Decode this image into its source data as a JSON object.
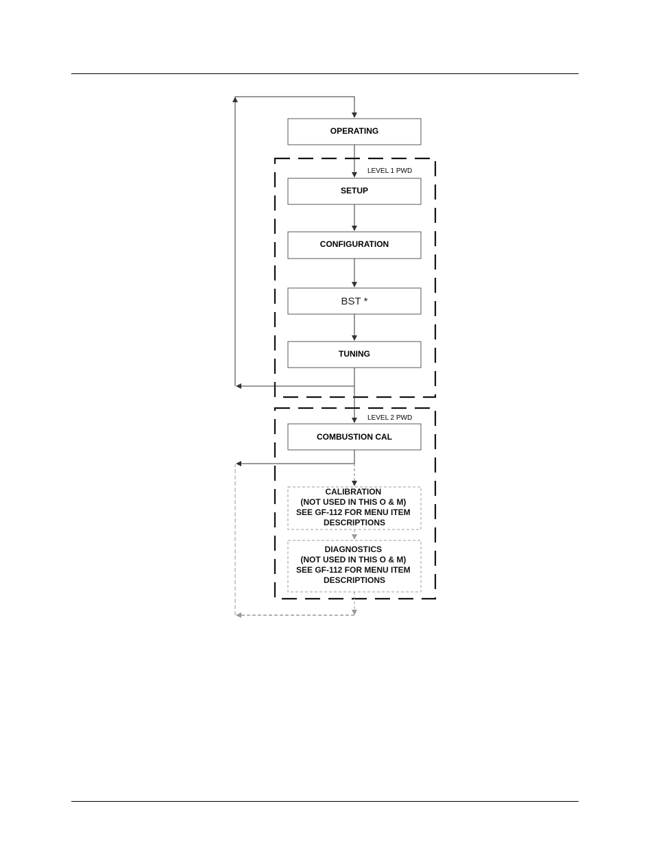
{
  "flowchart": {
    "level1_label": "LEVEL 1 PWD",
    "level2_label": "LEVEL 2 PWD",
    "boxes": {
      "operating": "OPERATING",
      "setup": "SETUP",
      "configuration": "CONFIGURATION",
      "bst": "BST *",
      "tuning": "TUNING",
      "combustion_cal": "COMBUSTION CAL",
      "calibration": [
        "CALIBRATION",
        "(NOT USED IN THIS O & M)",
        "SEE GF-112 FOR MENU ITEM",
        "DESCRIPTIONS"
      ],
      "diagnostics": [
        "DIAGNOSTICS",
        "(NOT USED IN THIS O & M)",
        "SEE GF-112 FOR MENU ITEM",
        "DESCRIPTIONS"
      ]
    }
  }
}
